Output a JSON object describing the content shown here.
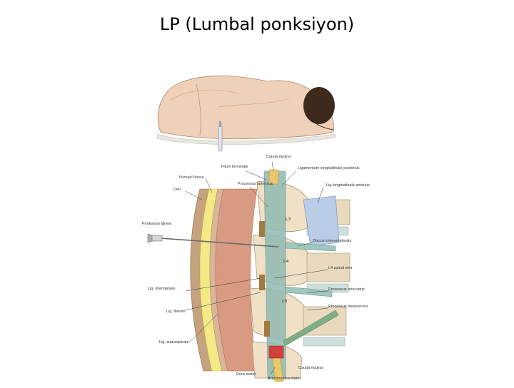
{
  "slide": {
    "title": "LP (Lumbal ponksiyon)"
  },
  "figure": {
    "labels": {
      "cauda_equina_top": "Cauda equina",
      "filum_terminale": "Filum terminale",
      "lig_longitudinale_posterius": "Ligamentum longitudinale posterius",
      "yuzeyel_fascia": "Yüzeyel fascia",
      "deri": "Deri",
      "processus_spinosus": "Processus spinosus",
      "lig_longitudinale_anterius": "Lig.longitudinale anterius",
      "ponksiyon_ignesi": "Ponksiyon iğnesi",
      "l3": "L3",
      "discus_intervertebralis": "Discus intervertebralis",
      "l4": "L4",
      "l4_spinal_sinir": "L4 spinal sinir",
      "lig_interspinale": "Lig. interspinale",
      "processus_articularis": "Processus articularis",
      "l5": "L5",
      "lig_flavum": "Lig. flavum",
      "processus_transversus": "Processus transversus",
      "lig_supraspinale": "Lig. supraspinale",
      "cauda_equina_bottom": "Cauda equina",
      "dura_mater": "Dura mater",
      "arachnoidea_mater": "Arachnoidea mater"
    }
  }
}
